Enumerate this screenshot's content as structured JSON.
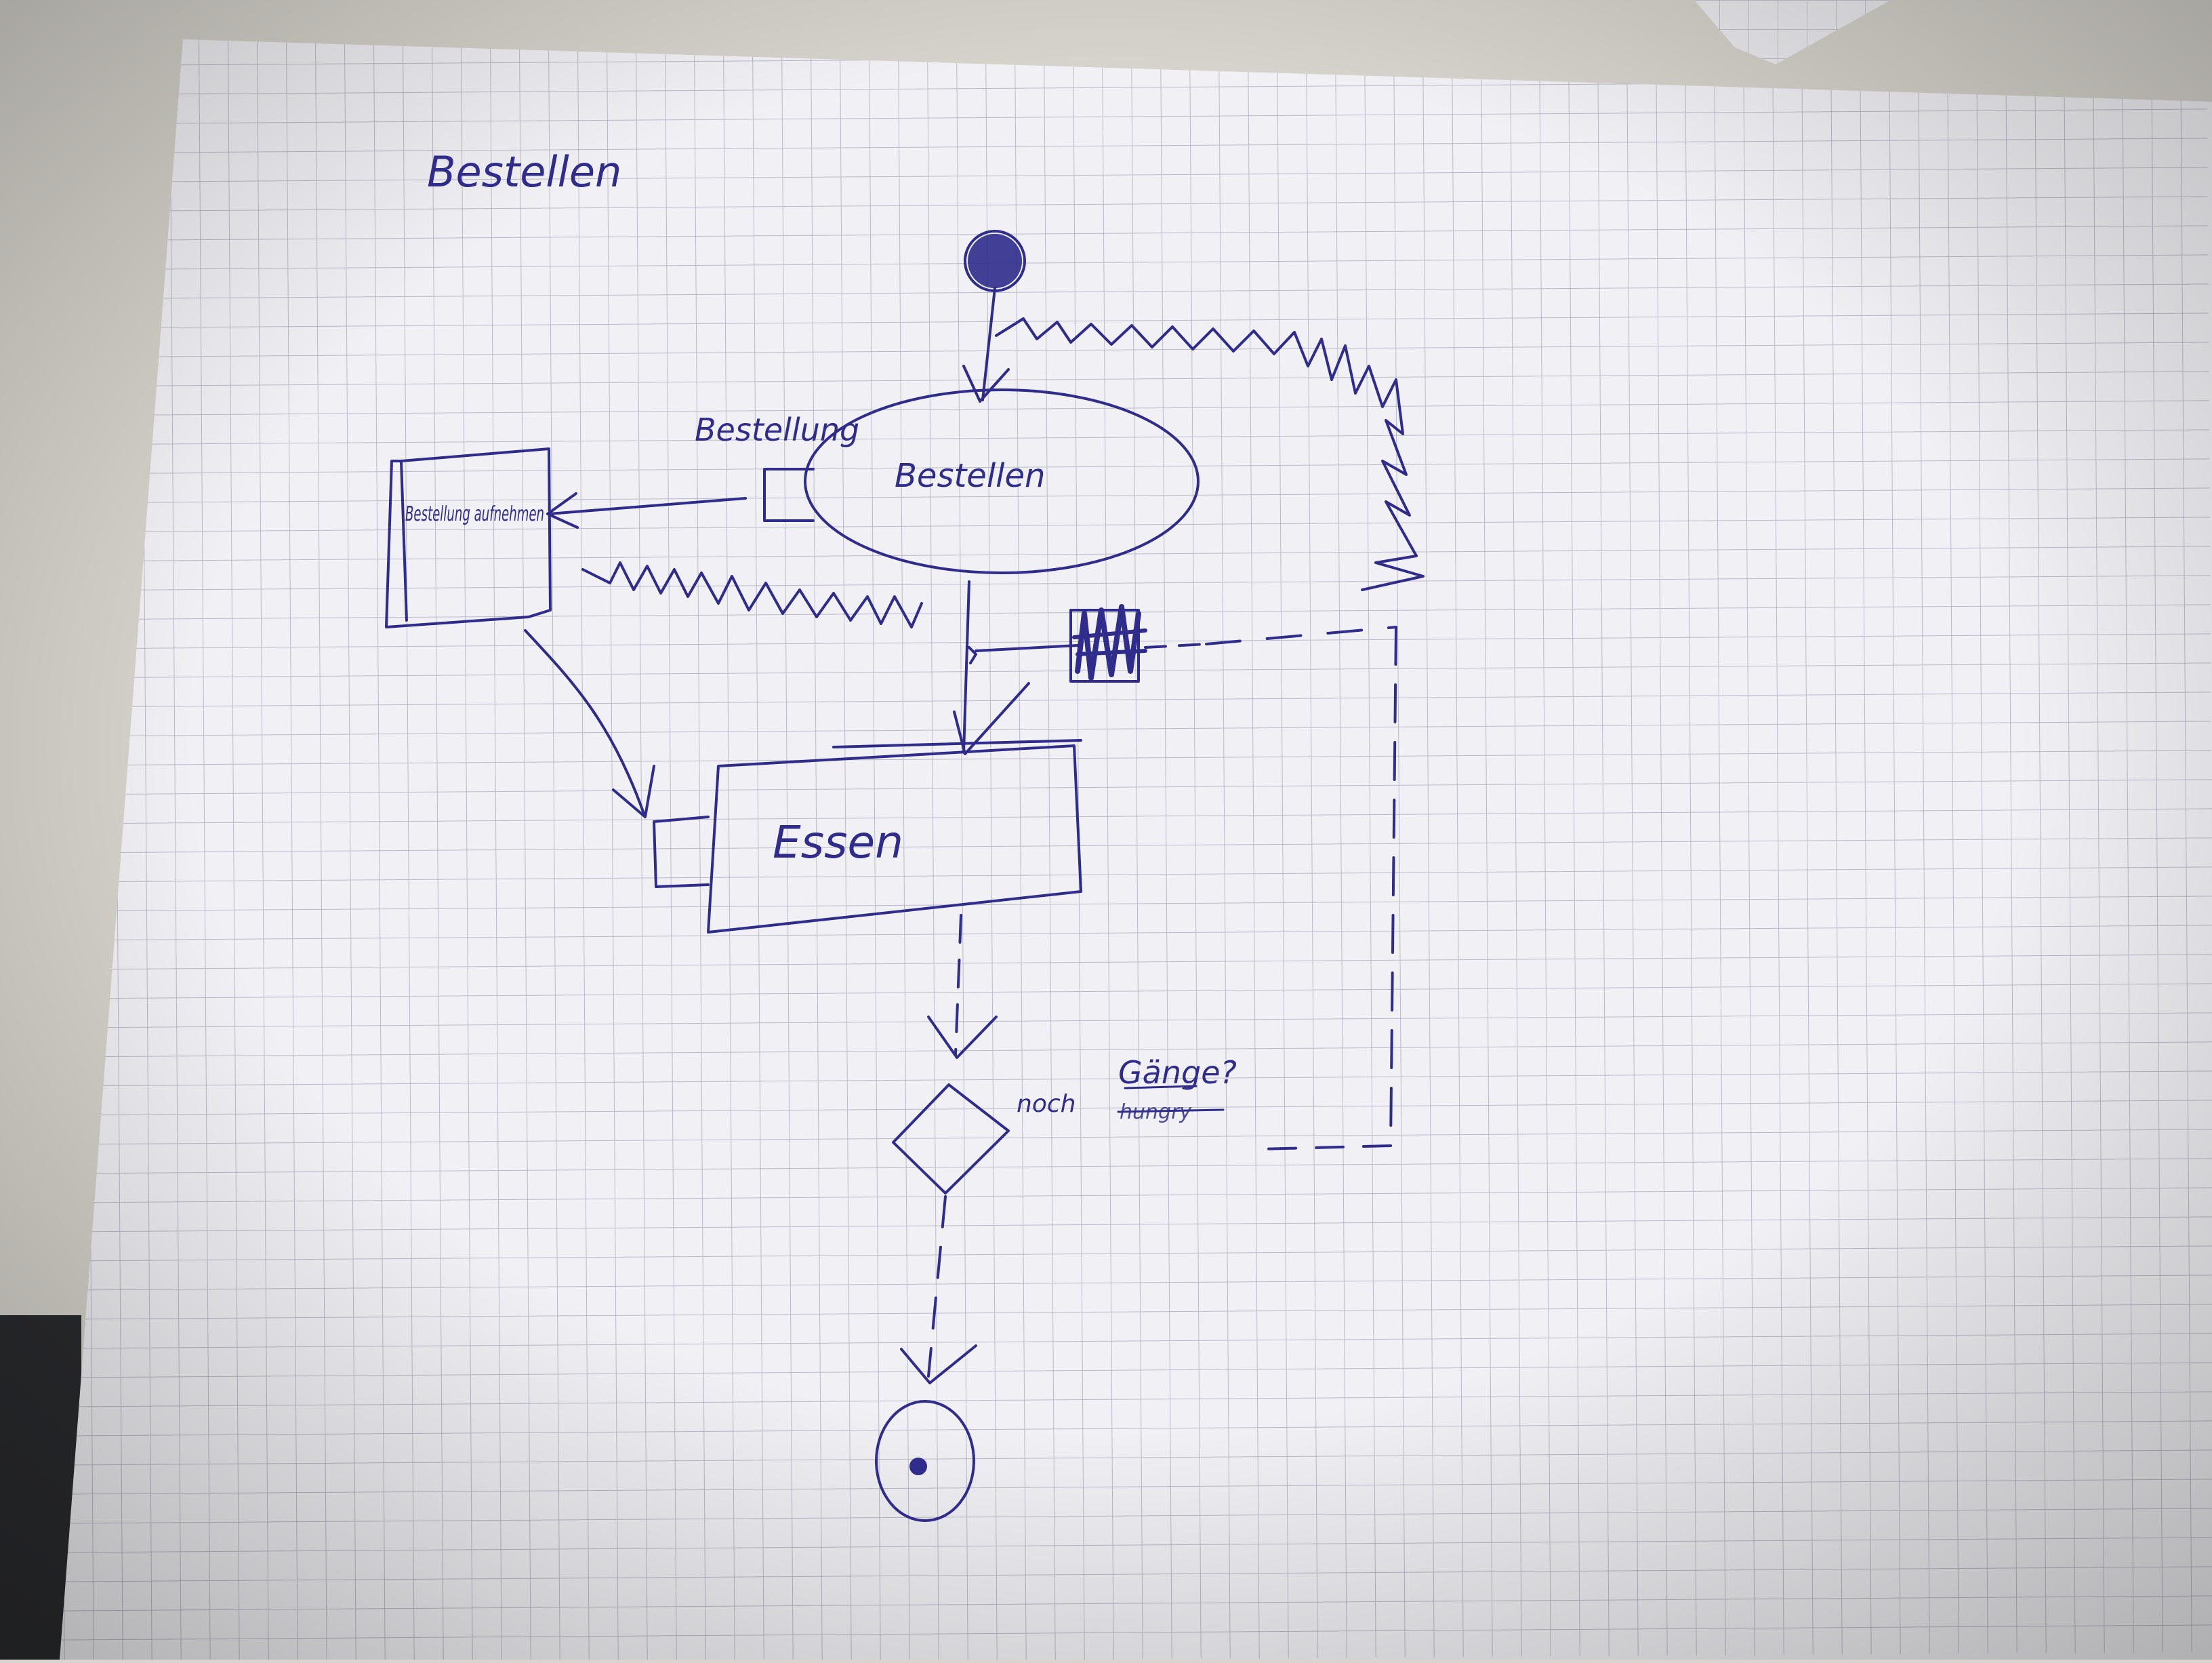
{
  "sheet": {
    "title": "Bestellen"
  },
  "diagram": {
    "start_node": {
      "kind": "initial"
    },
    "action_order": {
      "label": "Bestellen"
    },
    "object_pin_label": "Bestellung",
    "action_receive": {
      "label": "Bestellung aufnehmen"
    },
    "action_eat": {
      "label": "Essen"
    },
    "decision": {
      "guard_left": "noch",
      "guard_right": "Gänge?",
      "guard_struck": "hungry"
    },
    "end_node": {
      "kind": "final"
    }
  },
  "colors": {
    "ink": "#2f2c8c",
    "paper": "#f3f3f6",
    "grid": "#b9bac8",
    "desk": "#d8d5cf"
  }
}
